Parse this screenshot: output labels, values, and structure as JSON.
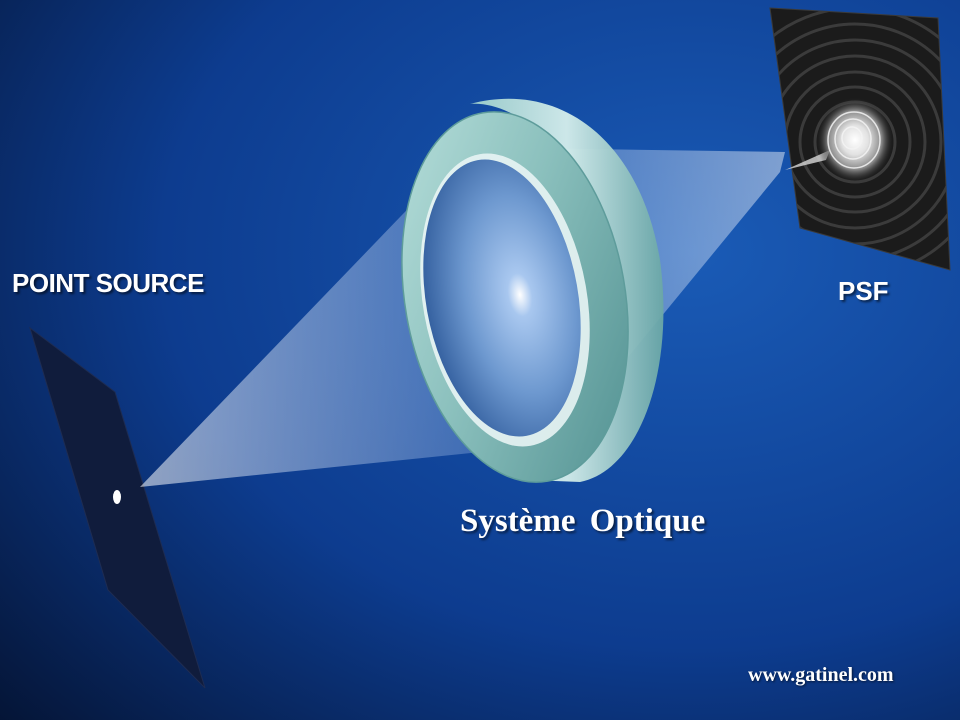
{
  "labels": {
    "point_source": "POINT SOURCE",
    "psf": "PSF",
    "optical_system": "Système  Optique",
    "website": "www.gatinel.com"
  },
  "colors": {
    "background_light": "#1550a8",
    "background_dark": "#041230",
    "lens_rim": "#8fc4c2",
    "lens_glass": "#6f9fd6",
    "text": "#ffffff"
  },
  "icons": {
    "source_plane": "dark-plane",
    "point_source": "white-dot",
    "lens": "biconvex-lens",
    "psf_screen": "airy-ring-screen"
  }
}
